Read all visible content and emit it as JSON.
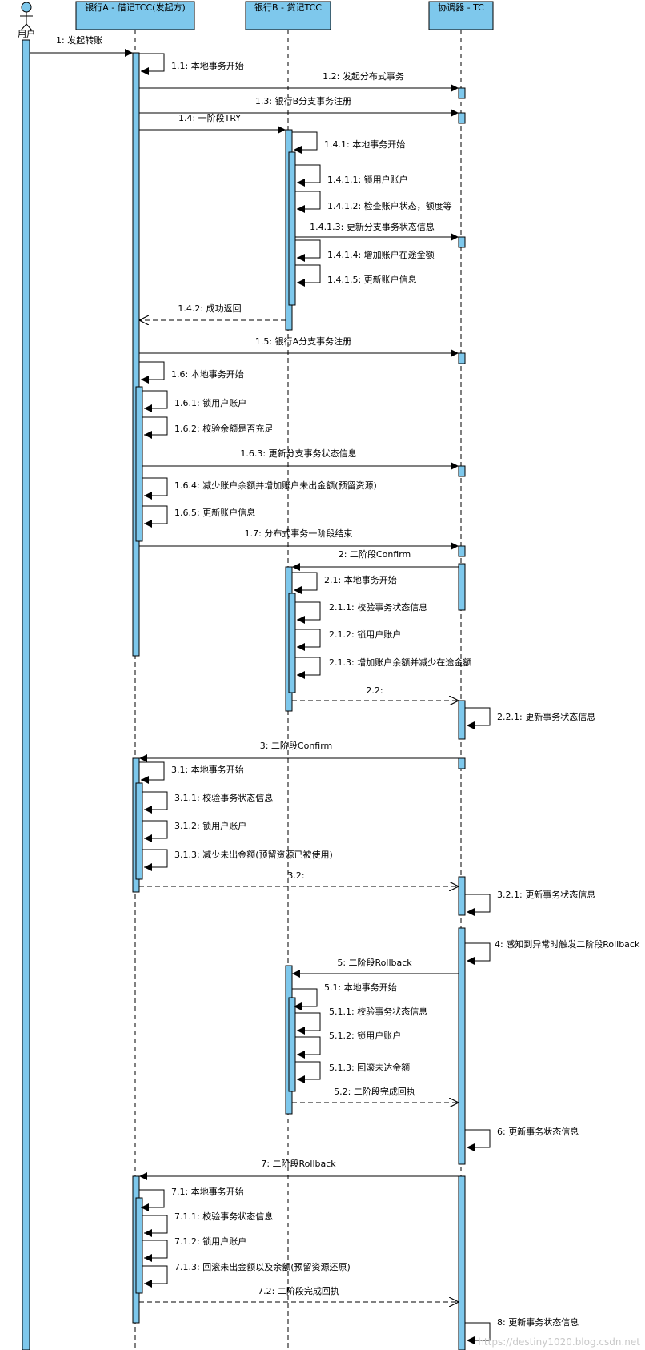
{
  "actor": {
    "name": "用户"
  },
  "lifelines": {
    "bankA": "银行A - 借记TCC(发起方)",
    "bankB": "银行B - 贷记TCC",
    "tc": "协调器 - TC"
  },
  "messages": {
    "m1": "1: 发起转账",
    "m1_1": "1.1: 本地事务开始",
    "m1_2": "1.2: 发起分布式事务",
    "m1_3": "1.3: 银行B分支事务注册",
    "m1_4": "1.4: 一阶段TRY",
    "m1_4_1": "1.4.1: 本地事务开始",
    "m1_4_1_1": "1.4.1.1: 锁用户账户",
    "m1_4_1_2": "1.4.1.2: 检查账户状态，额度等",
    "m1_4_1_3": "1.4.1.3: 更新分支事务状态信息",
    "m1_4_1_4": "1.4.1.4: 增加账户在途金额",
    "m1_4_1_5": "1.4.1.5: 更新账户信息",
    "m1_4_2": "1.4.2: 成功返回",
    "m1_5": "1.5: 银行A分支事务注册",
    "m1_6": "1.6: 本地事务开始",
    "m1_6_1": "1.6.1: 锁用户账户",
    "m1_6_2": "1.6.2: 校验余额是否充足",
    "m1_6_3": "1.6.3: 更新分支事务状态信息",
    "m1_6_4": "1.6.4: 减少账户余额并增加账户未出金额(预留资源)",
    "m1_6_5": "1.6.5: 更新账户信息",
    "m1_7": "1.7: 分布式事务一阶段结束",
    "m2": "2: 二阶段Confirm",
    "m2_1": "2.1: 本地事务开始",
    "m2_1_1": "2.1.1: 校验事务状态信息",
    "m2_1_2": "2.1.2: 锁用户账户",
    "m2_1_3": "2.1.3: 增加账户余额并减少在途金额",
    "m2_2": "2.2:",
    "m2_2_1": "2.2.1: 更新事务状态信息",
    "m3": "3: 二阶段Confirm",
    "m3_1": "3.1: 本地事务开始",
    "m3_1_1": "3.1.1: 校验事务状态信息",
    "m3_1_2": "3.1.2: 锁用户账户",
    "m3_1_3": "3.1.3: 减少未出金额(预留资源已被使用)",
    "m3_2": "3.2:",
    "m3_2_1": "3.2.1: 更新事务状态信息",
    "m4": "4: 感知到异常时触发二阶段Rollback",
    "m5": "5: 二阶段Rollback",
    "m5_1": "5.1: 本地事务开始",
    "m5_1_1": "5.1.1: 校验事务状态信息",
    "m5_1_2": "5.1.2: 锁用户账户",
    "m5_1_3": "5.1.3: 回滚未达金额",
    "m5_2": "5.2: 二阶段完成回执",
    "m6": "6: 更新事务状态信息",
    "m7": "7: 二阶段Rollback",
    "m7_1": "7.1: 本地事务开始",
    "m7_1_1": "7.1.1: 校验事务状态信息",
    "m7_1_2": "7.1.2: 锁用户账户",
    "m7_1_3": "7.1.3: 回滚未出金额以及余额(预留资源还原)",
    "m7_2": "7.2: 二阶段完成回执",
    "m8": "8: 更新事务状态信息"
  },
  "watermark": "https://destiny1020.blog.csdn.net",
  "colors": {
    "activation": "#7ec8ec",
    "header": "#7ec8ec",
    "stroke": "#000000"
  }
}
